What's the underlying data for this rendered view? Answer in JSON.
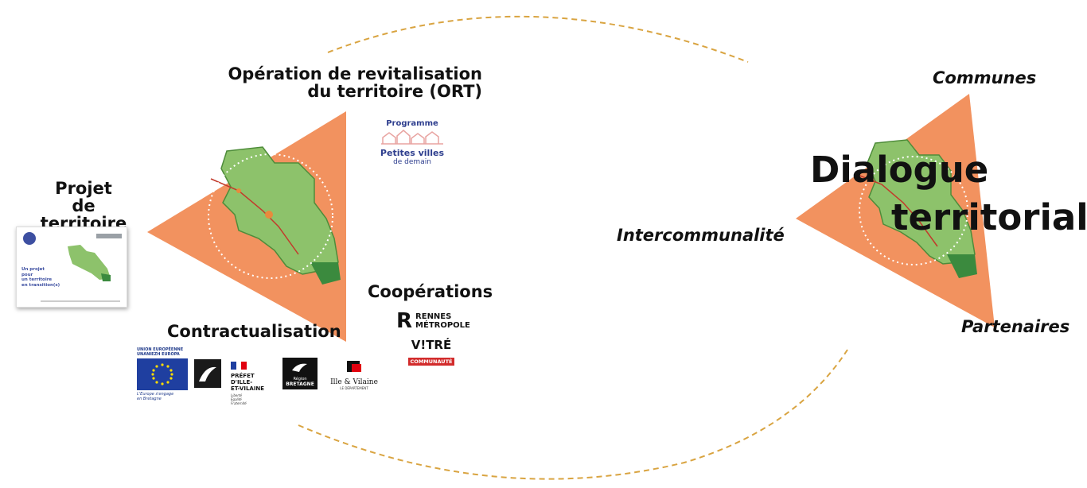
{
  "colors": {
    "triangle": "#F2925F",
    "dash": "#D9A441",
    "map_green": "#8DC26B",
    "map_dark": "#3B8A3E"
  },
  "left": {
    "projet_title_line1": "Projet",
    "projet_title_line2": "de territoire",
    "report_cover": {
      "title_line1": "Un projet",
      "title_line2": "pour",
      "title_line3": "un territoire",
      "title_line4": "en transition(s)"
    },
    "ort_title_line1": "Opération de revitalisation",
    "ort_title_line2": "du territoire (ORT)",
    "pvd_logo": {
      "line1": "Programme",
      "line2": "Petites villes",
      "line3": "de demain"
    },
    "cooperations_title": "Coopérations",
    "rennes_logo": {
      "line1": "RENNES",
      "line2": "MÉTROPOLE"
    },
    "vitre_logo": {
      "line1": "V!TRÉ",
      "line2": "COMMUNAUTÉ"
    },
    "contract_title": "Contractualisation",
    "eu_logo": {
      "top1": "UNION EUROPÉENNE",
      "top2": "UNANIEZH EUROPA",
      "bottom1": "L'Europe s'engage",
      "bottom2": "en Bretagne"
    },
    "prefet_logo": {
      "line1": "PRÉFET",
      "line2": "D'ILLE-",
      "line3": "ET-VILAINE",
      "motto1": "Liberté",
      "motto2": "Égalité",
      "motto3": "Fraternité"
    },
    "bretagne_logo": {
      "line1": "Région",
      "line2": "BRETAGNE"
    },
    "ille_vilaine_logo": {
      "line1": "Ille & Vilaine",
      "line2": "LE DÉPARTEMENT"
    }
  },
  "right": {
    "communes": "Communes",
    "intercommunalite": "Intercommunalité",
    "partenaires": "Partenaires",
    "dialogue_line1": "Dialogue",
    "dialogue_line2": "territorial"
  },
  "icons": [
    "map-icon",
    "eu-flag-icon",
    "marianne-icon",
    "hermine-icon",
    "rennes-r-icon"
  ]
}
